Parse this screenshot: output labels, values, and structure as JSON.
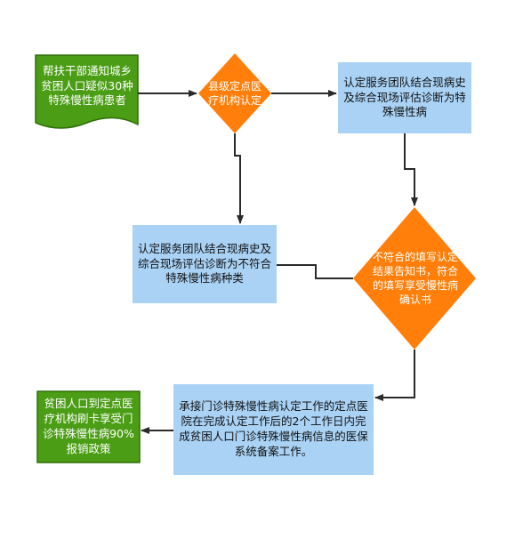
{
  "colors": {
    "green": "#4a9d14",
    "green_edge": "#2f6f0a",
    "orange": "#ff7f0a",
    "blue": "#a9d2f5",
    "arrow": "#2a2a2a"
  },
  "nodes": {
    "start": "帮扶干部通知城乡贫困人口疑似30种特殊慢性病患者",
    "county_hospital": "县级定点医疗机构认定",
    "team_confirm": "认定服务团队结合现病史及综合现场评估诊断为特殊慢性病",
    "team_reject": "认定服务团队结合现病史及综合现场评估诊断为不符合特殊慢性病种类",
    "notice": "不符合的填写认定结果告知书，符合的填写享受慢性病确认书",
    "filing": "承接门诊特殊慢性病认定工作的定点医院在完成认定工作后的2个工作日内完成贫困人口门诊特殊慢性病信息的医保系统备案工作。",
    "end": "贫困人口到定点医疗机构刷卡享受门诊特殊慢性病90%报销政策"
  }
}
